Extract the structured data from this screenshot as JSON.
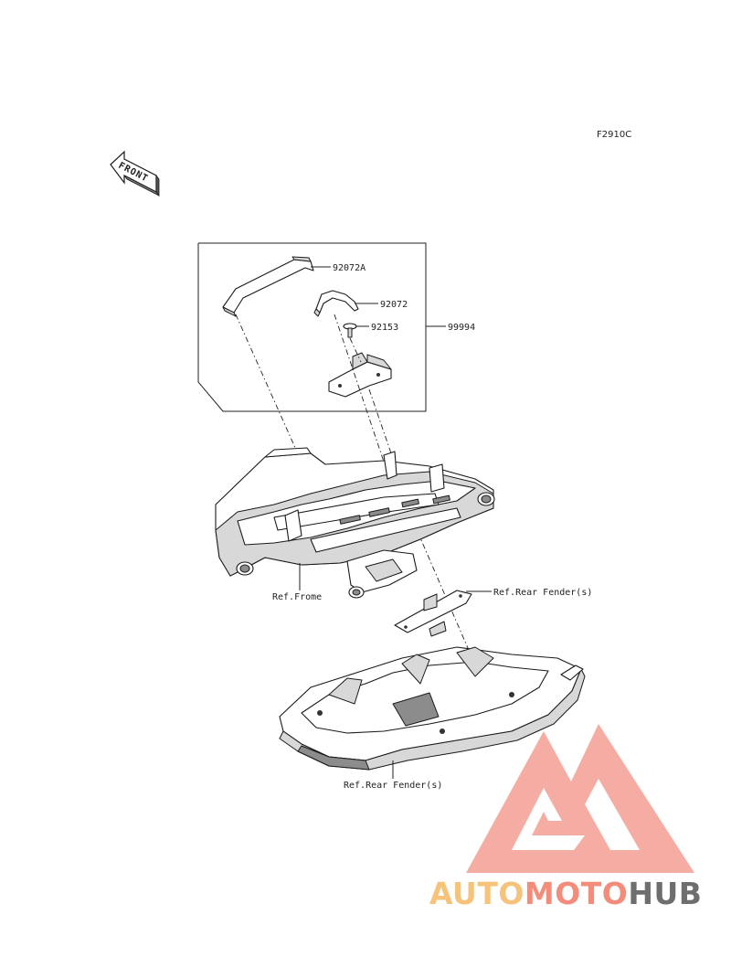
{
  "figure_code": "F2910C",
  "front_arrow_text": "FRONT",
  "callouts": {
    "part_92072a": "92072A",
    "part_92072": "92072",
    "part_92153": "92153",
    "kit_99994": "99994",
    "ref_frame": "Ref.Frome",
    "ref_rear_fender_upper": "Ref.Rear Fender(s)",
    "ref_rear_fender_lower": "Ref.Rear Fender(s)"
  },
  "watermark": {
    "part1": "AUTO",
    "part2": "MOTO",
    "part3": "HUB",
    "colors": {
      "part1": "#f7c27a",
      "part2": "#f38c7b",
      "part3": "#6e6e6e",
      "logo": "#f5a59a"
    }
  }
}
